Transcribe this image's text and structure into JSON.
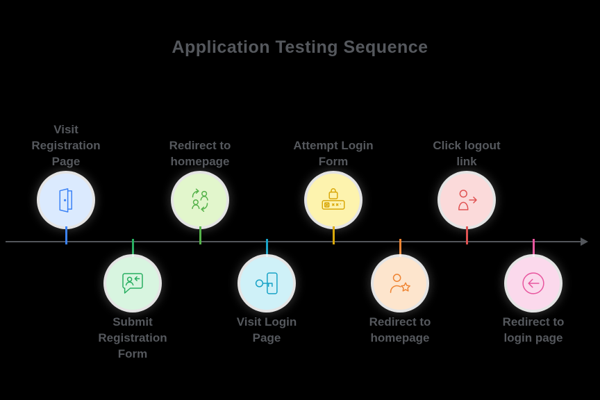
{
  "title": "Application Testing Sequence",
  "colors": {
    "background": "#000000",
    "text": "#55585d",
    "timeline_line": "#53565b"
  },
  "timeline": {
    "direction": "left-to-right",
    "nodes": [
      {
        "step": 1,
        "label": "Visit\nRegistration\nPage",
        "side": "above",
        "icon": "door-open-icon",
        "accent": "#3b82f6",
        "fill": "#dbeafe"
      },
      {
        "step": 2,
        "label": "Submit\nRegistration\nForm",
        "side": "below",
        "icon": "chat-form-icon",
        "accent": "#27ae60",
        "fill": "#d8f5e0"
      },
      {
        "step": 3,
        "label": "Redirect to\nhomepage",
        "side": "above",
        "icon": "users-swap-icon",
        "accent": "#55b24a",
        "fill": "#e2f6cc"
      },
      {
        "step": 4,
        "label": "Visit Login\nPage",
        "side": "below",
        "icon": "key-icon",
        "accent": "#17a2c6",
        "fill": "#cff1f8"
      },
      {
        "step": 5,
        "label": "Attempt Login\nForm",
        "side": "above",
        "icon": "password-lock-icon",
        "accent": "#d9a80a",
        "fill": "#fdf3ae"
      },
      {
        "step": 6,
        "label": "Redirect to\nhomepage",
        "side": "below",
        "icon": "user-star-icon",
        "accent": "#ef8432",
        "fill": "#fde5cd"
      },
      {
        "step": 7,
        "label": "Click logout\nlink",
        "side": "above",
        "icon": "user-arrow-icon",
        "accent": "#e05252",
        "fill": "#fbdada"
      },
      {
        "step": 8,
        "label": "Redirect to\nlogin page",
        "side": "below",
        "icon": "login-arrow-icon",
        "accent": "#e8559e",
        "fill": "#fbd9ec"
      }
    ]
  }
}
